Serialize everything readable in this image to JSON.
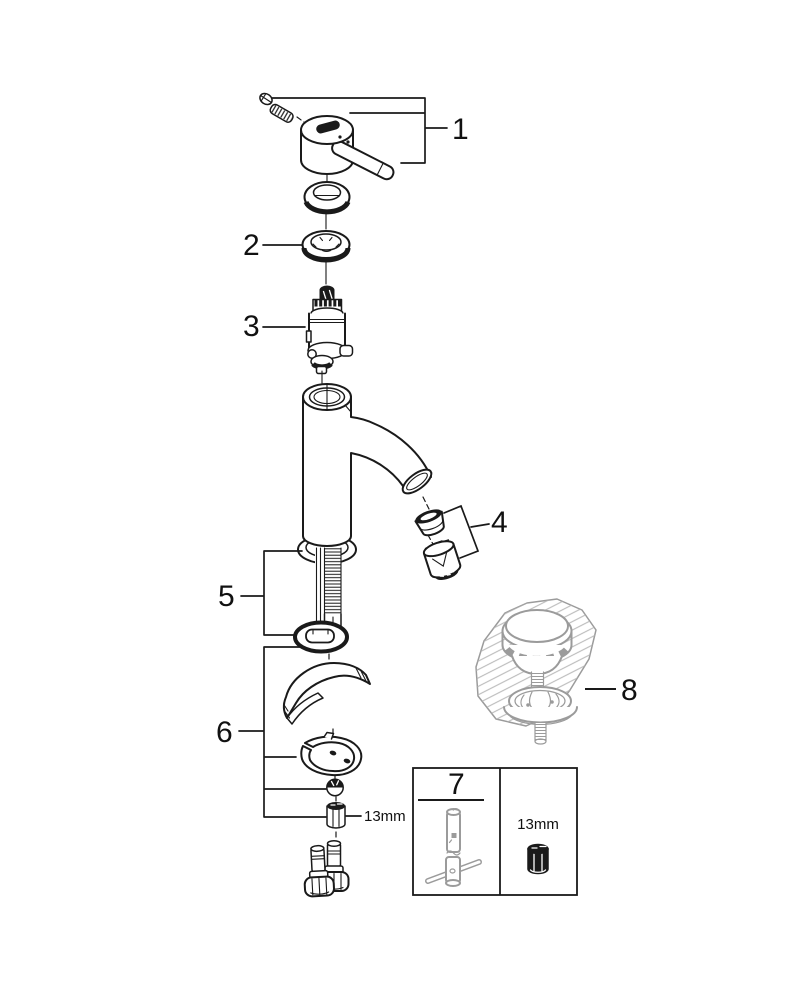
{
  "page": {
    "background": "#ffffff"
  },
  "colors": {
    "ink": "#1a1a1a",
    "muted": "#9b9b9b"
  },
  "callouts": {
    "1": "1",
    "2": "2",
    "3": "3",
    "4": "4",
    "5": "5",
    "6": "6",
    "8": "8"
  },
  "annotations": {
    "hex_nut_size": "13mm"
  },
  "toolbox": {
    "label": "7",
    "hex_nut_size": "13mm"
  }
}
